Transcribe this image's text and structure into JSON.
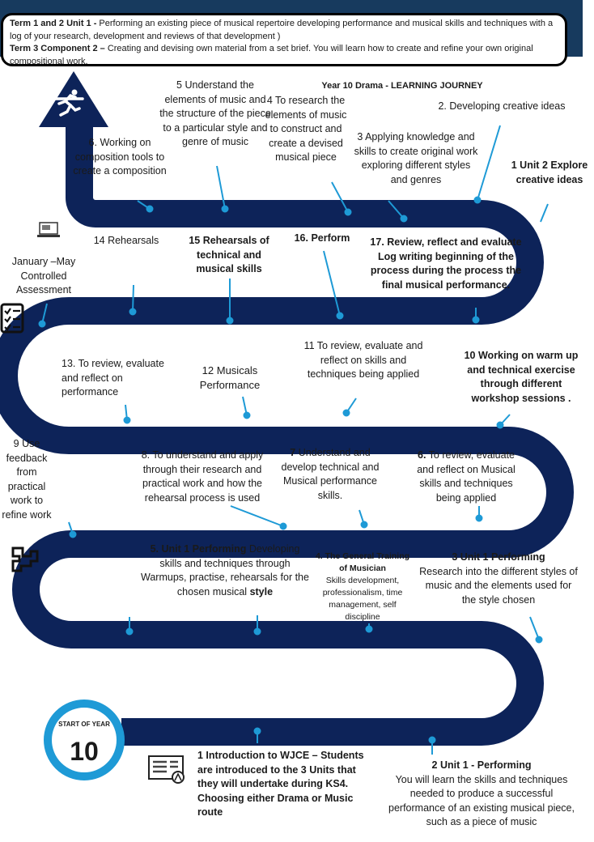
{
  "colors": {
    "road": "#0d2359",
    "accent_blue": "#1e9ad6",
    "stroke": "#1e9ad6",
    "topbar": "#173a5e"
  },
  "header": {
    "line1_bold": "Term 1 and 2 Unit  1 -",
    "line1_text": "  Performing an existing piece of musical repertoire developing performance and musical skills and techniques with a log of your research, development and reviews of that development )",
    "line2_bold": "Term 3 Component 2 –",
    "line2_text": " Creating and devising own material from a set brief. You will learn how to create and refine your own original compositional work."
  },
  "title": "Year 10 Drama - LEARNING JOURNEY",
  "start": {
    "label": "START OF YEAR",
    "number": "10"
  },
  "icons": [
    "runner-icon",
    "laptop-icon",
    "checklist-icon",
    "gears-icon",
    "presentation-icon"
  ],
  "steps": {
    "s1": {
      "text": "1 Introduction to WJCE – Students are introduced to the 3 Units that they will undertake during KS4. Choosing either Drama or Music route"
    },
    "s2": {
      "bold": "2 Unit 1 -  Performing",
      "text": "You will learn the skills and techniques needed to produce a successful performance of an existing musical piece, such as a piece of music"
    },
    "s3": {
      "bold": "3 Unit 1 Performing",
      "text": "Research into the different styles of music and the elements used for the style chosen"
    },
    "s4": {
      "bold": "4. The General Training of Musician",
      "text": "Skills development, professionalism, time management, self discipline"
    },
    "s5": {
      "bold": "5. Unit 1 Performing",
      "text": " Developing skills and techniques through Warmups, practise, rehearsals for the chosen musical",
      "bold_end": "style"
    },
    "s6": {
      "bold": "6.",
      "text": " To review, evaluate and reflect on Musical skills and techniques being applied"
    },
    "s7": {
      "bold": "7",
      "text": " Understand and develop technical and Musical performance skills."
    },
    "s8": {
      "text": "8. To understand and apply through their research and practical work and how the rehearsal process is used"
    },
    "s9": {
      "text": "9 Use feedback from practical work to refine work"
    },
    "s10": {
      "text": "10 Working on warm up and technical exercise through different workshop sessions ."
    },
    "s11": {
      "text": "11 To review, evaluate and reflect on skills and techniques being applied"
    },
    "s12": {
      "text": "12 Musicals Performance"
    },
    "s13": {
      "text": "13. To review, evaluate and reflect on performance"
    },
    "s14": {
      "text": "14 Rehearsals"
    },
    "s15": {
      "text": "15 Rehearsals of technical and musical skills"
    },
    "s16": {
      "text": "16. Perform"
    },
    "s17": {
      "text": "17. Review, reflect  and evaluate Log writing beginning of the process during the process the final musical performance."
    },
    "jan": {
      "text": "January –May Controlled Assessment"
    },
    "u1": {
      "text": "1 Unit 2 Explore creative ideas"
    },
    "u2": {
      "text": "2. Developing creative ideas"
    },
    "u3": {
      "text": "3 Applying knowledge and skills to create original work exploring different styles and genres"
    },
    "u4": {
      "text": "4 To research the elements of music to construct and create  a devised musical piece"
    },
    "u5": {
      "text": "5 Understand the elements of music and the structure of the piece to a particular style and genre of music"
    },
    "u6": {
      "text": "6. Working on composition tools to create a composition"
    }
  }
}
